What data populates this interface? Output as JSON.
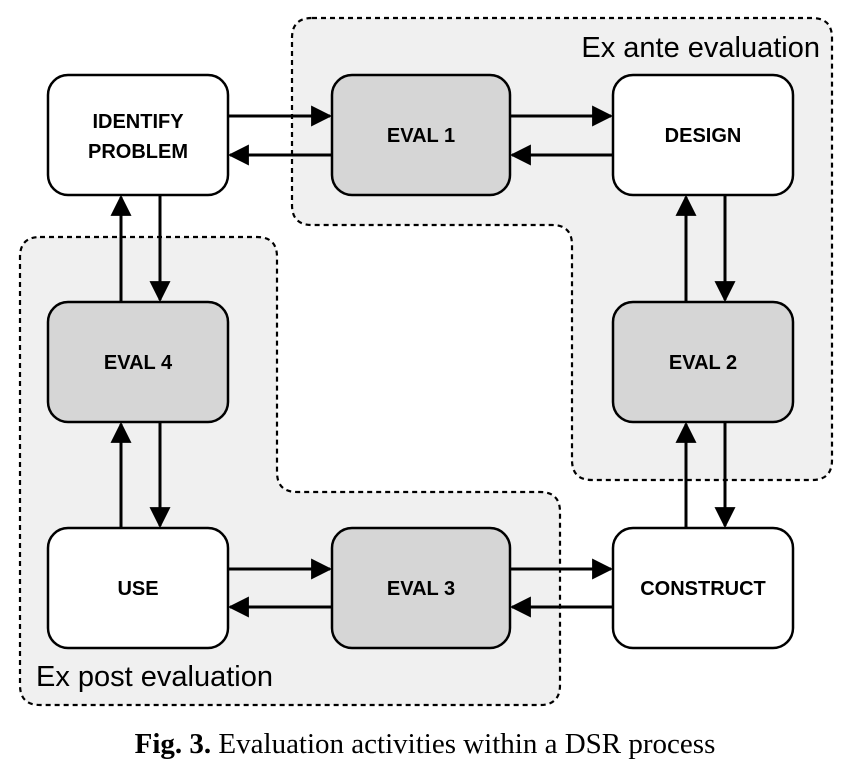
{
  "regions": {
    "ex_ante": "Ex ante evaluation",
    "ex_post": "Ex post evaluation"
  },
  "nodes": {
    "identify_problem": [
      "IDENTIFY",
      "PROBLEM"
    ],
    "eval1": "EVAL 1",
    "design": "DESIGN",
    "eval2": "EVAL 2",
    "construct": "CONSTRUCT",
    "eval3": "EVAL 3",
    "use": "USE",
    "eval4": "EVAL 4"
  },
  "caption": {
    "label": "Fig. 3.",
    "text": "Evaluation activities within a DSR process"
  },
  "colors": {
    "region_fill": "#f0f0f0",
    "eval_fill": "#d6d6d6",
    "plain_fill": "#ffffff",
    "stroke": "#000000"
  }
}
